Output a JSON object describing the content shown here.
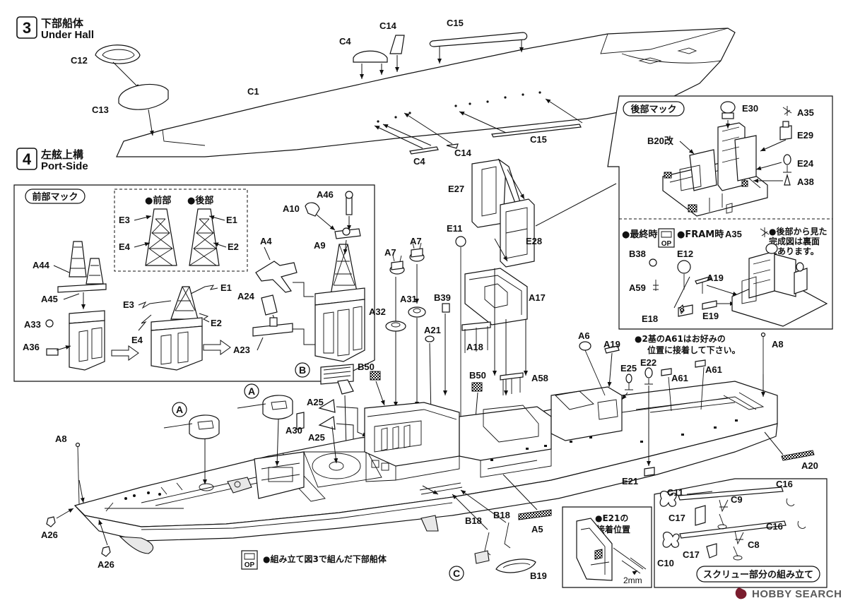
{
  "steps": [
    {
      "number": "3",
      "title": "下部船体",
      "subtitle": "Under Hall"
    },
    {
      "number": "4",
      "title": "左舷上構",
      "subtitle": "Port-Side"
    }
  ],
  "hull_parts": [
    "C12",
    "C13",
    "C1",
    "C4",
    "C14",
    "C15",
    "C4",
    "C14",
    "C15"
  ],
  "panels": {
    "fwd_mast": {
      "title": "前部マック",
      "front_label": "●前部",
      "rear_label": "●後部"
    },
    "aft_mast": {
      "title": "後部マック",
      "final_label": "●最終時",
      "fram_label": "●FRAM時",
      "rear_view_note": [
        "●後部から見た",
        "完成図は裏面",
        "にあります。"
      ]
    },
    "screw": {
      "title": "スクリュー部分の組み立て"
    },
    "e21": {
      "title_part": "●E21の",
      "title_rest": "接着位置",
      "dimension": "2mm"
    }
  },
  "notes": {
    "a61": [
      "●2基のA61はお好みの",
      "位置に接着して下さい。"
    ],
    "hull_ref": "●組み立て図3で組んだ下部船体",
    "op": "OP"
  },
  "parts": {
    "fwd": [
      "E3",
      "E1",
      "E4",
      "E2",
      "A44",
      "A45",
      "A33",
      "A36",
      "E1",
      "E3",
      "E2",
      "E4"
    ],
    "superstructure": [
      "A46",
      "A10",
      "A9",
      "A4",
      "A24",
      "A23",
      "E27",
      "E28",
      "E11",
      "A7",
      "A7",
      "A32",
      "A31",
      "B39",
      "A17",
      "A18",
      "A21",
      "B50",
      "B50",
      "A58",
      "A25",
      "A25",
      "A30"
    ],
    "aft": [
      "E30",
      "A35",
      "E29",
      "B20改",
      "E24",
      "A38",
      "A35",
      "B38",
      "E12",
      "A59",
      "A19",
      "E18",
      "E19"
    ],
    "deck": [
      "A6",
      "A19",
      "A8",
      "E25",
      "E22",
      "A61",
      "A61",
      "A20",
      "E21",
      "A8",
      "A26",
      "A26",
      "A5",
      "B18",
      "B18",
      "B19"
    ],
    "screw": [
      "C11",
      "C16",
      "C9",
      "C17",
      "C16",
      "C8",
      "C10",
      "C17"
    ],
    "circled": [
      "A",
      "A",
      "B",
      "C"
    ]
  },
  "watermark": "HOBBY SEARCH"
}
